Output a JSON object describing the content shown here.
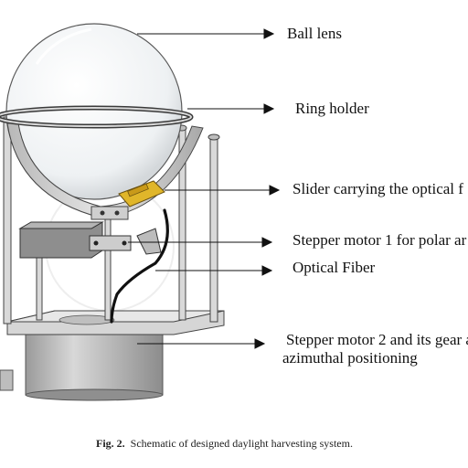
{
  "labels": {
    "ball_lens": "Ball lens",
    "ring_holder": "Ring holder",
    "slider": "Slider carrying the optical f",
    "stepper1": "Stepper motor 1 for polar ar",
    "fiber": "Optical Fiber",
    "stepper2_line1": "Stepper motor 2 and its gear a",
    "stepper2_line2": "azimuthal positioning"
  },
  "caption": {
    "prefix": "Fig. 2.",
    "text": "Schematic of designed daylight harvesting system."
  },
  "colors": {
    "frame": "#c9c9c9",
    "frame_edge": "#4a4a4a",
    "lens_fill": "#f4f6f8",
    "slider": "#e0b62a",
    "fiber": "#111111",
    "motor_body": "#cfcfcf"
  }
}
